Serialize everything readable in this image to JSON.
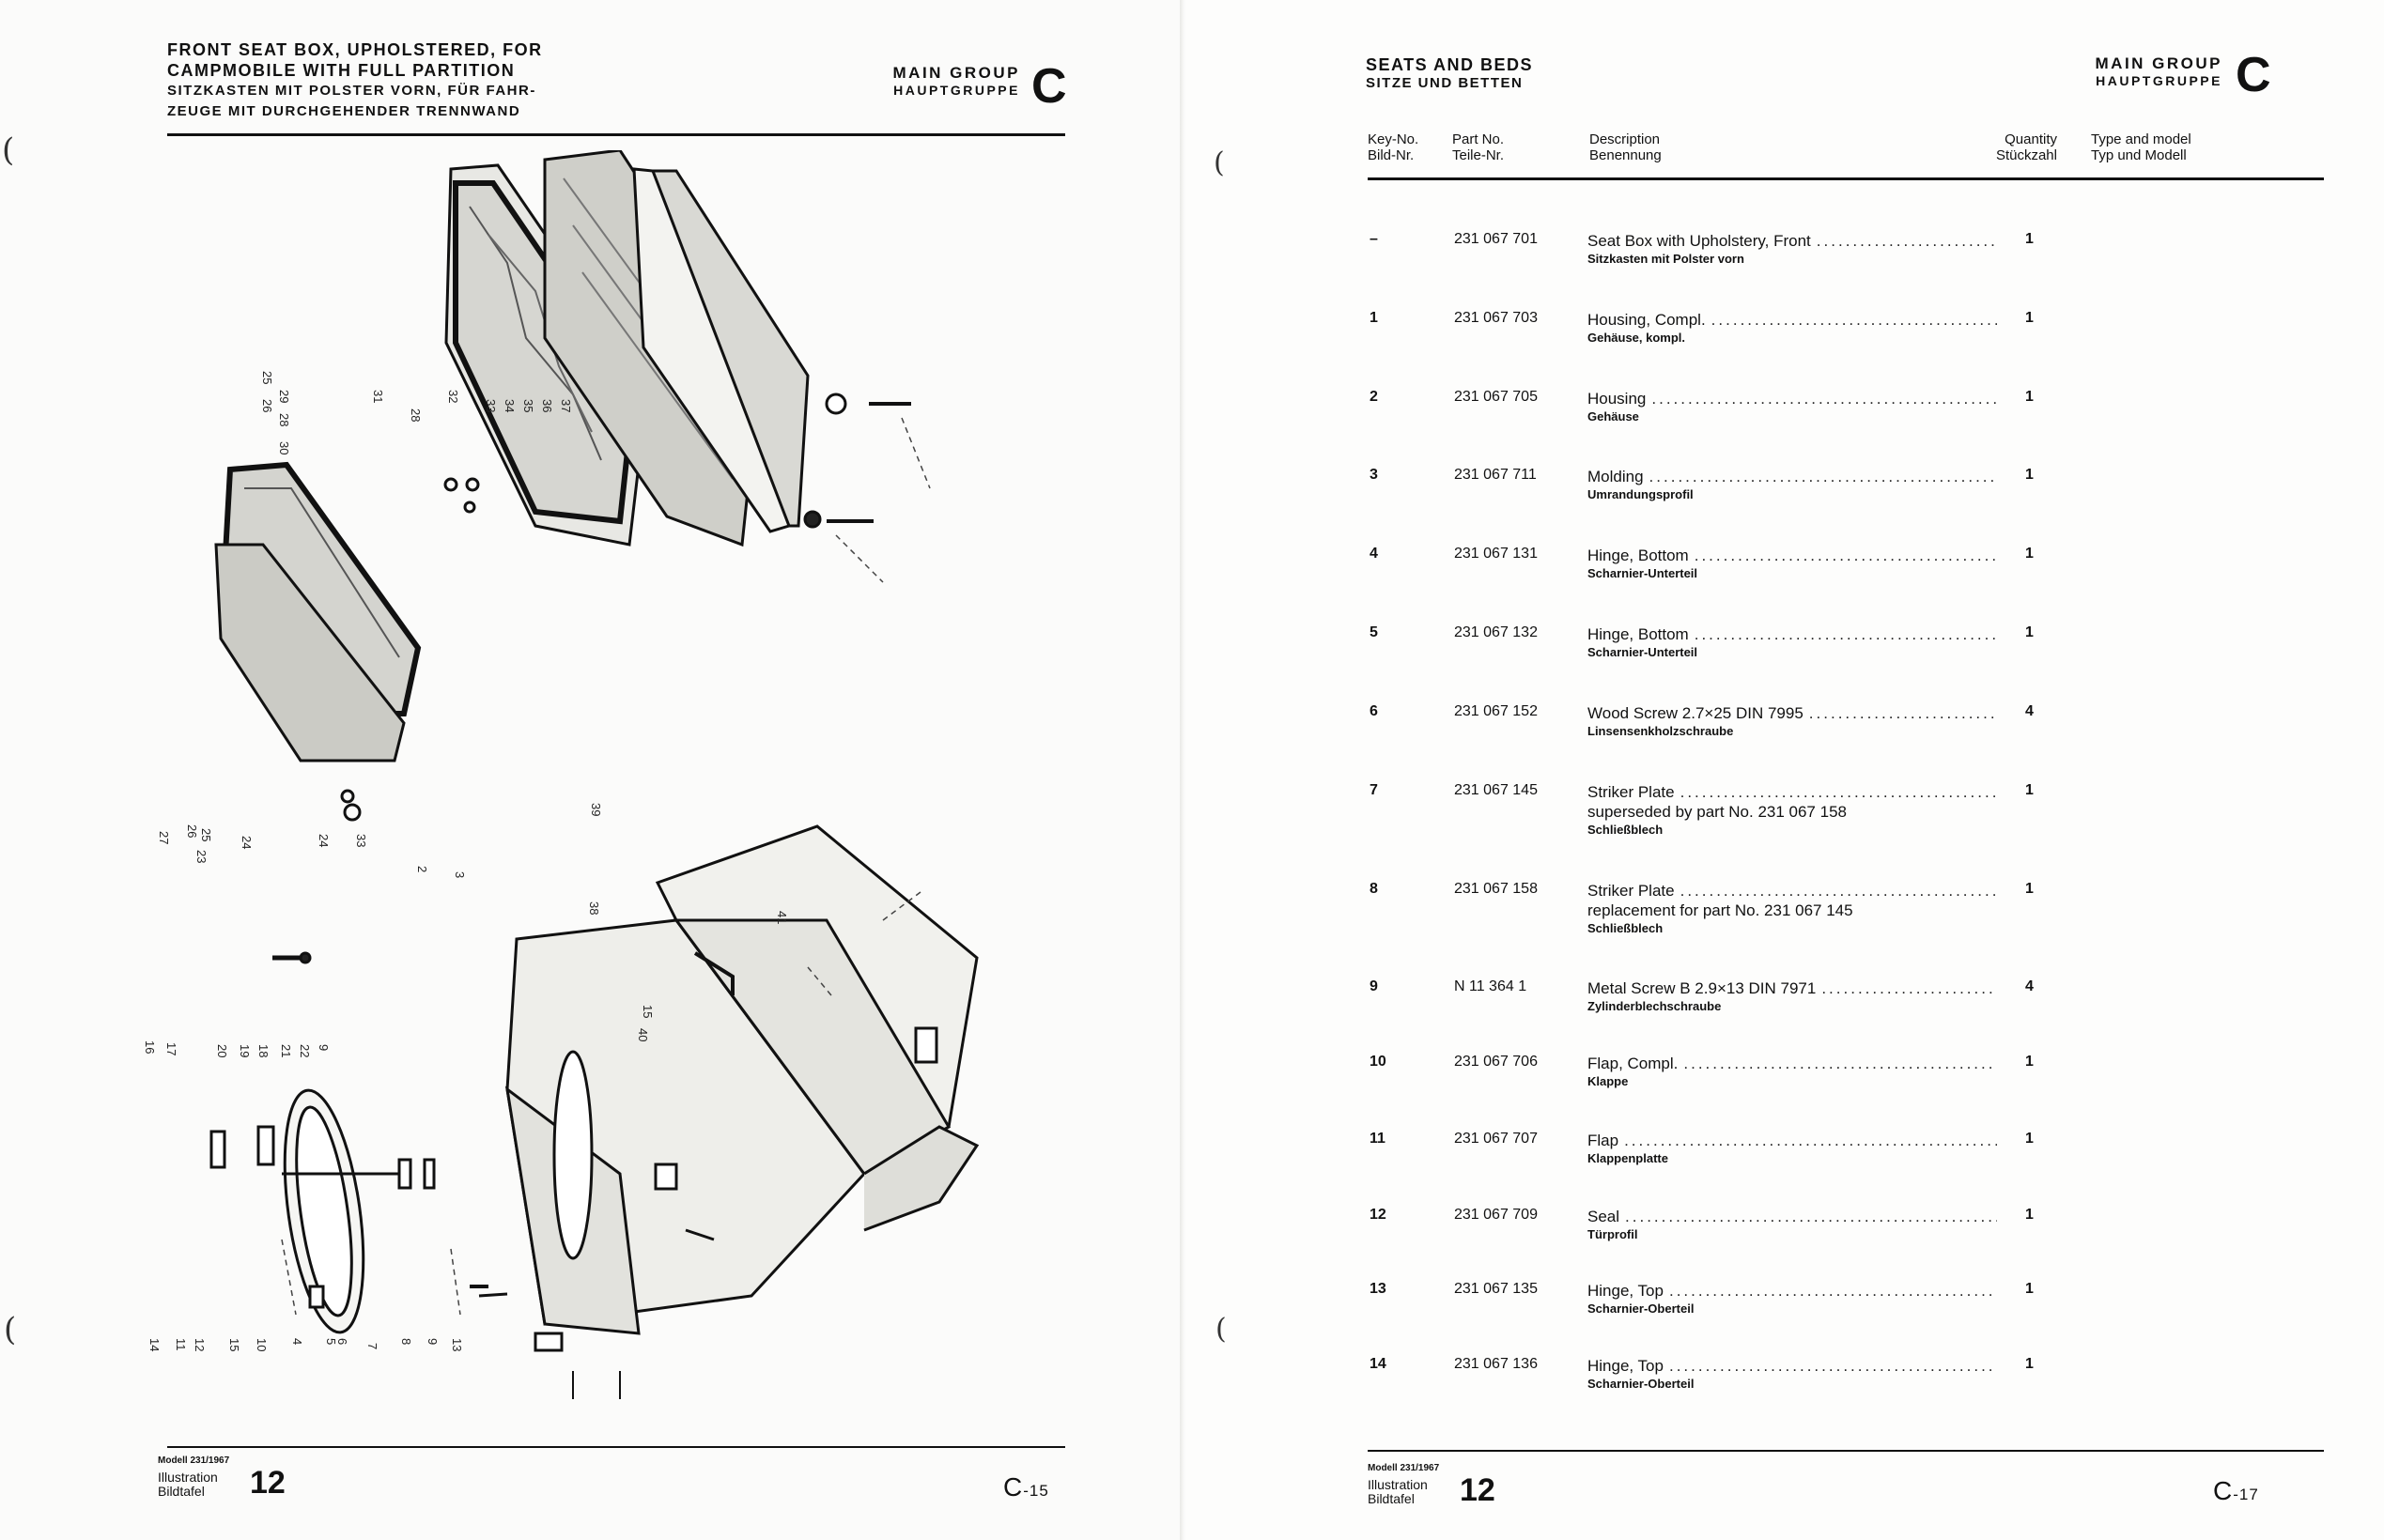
{
  "left_page": {
    "title_lines": [
      "FRONT SEAT BOX, UPHOLSTERED, FOR",
      "CAMPMOBILE WITH FULL PARTITION",
      "SITZKASTEN MIT POLSTER VORN, FÜR FAHR-",
      "ZEUGE MIT DURCHGEHENDER TRENNWAND"
    ],
    "group_en": "MAIN GROUP",
    "group_de": "HAUPTGRUPPE",
    "group_letter": "C",
    "footer": {
      "model": "Modell 231/1967",
      "illustration_en": "Illustration",
      "illustration_de": "Bildtafel",
      "illustration_no": "12",
      "page_letter": "C",
      "page_no": "-15"
    },
    "illustration_callouts": [
      "25",
      "26",
      "29",
      "28",
      "30",
      "31",
      "28",
      "32",
      "33",
      "34",
      "35",
      "36",
      "37",
      "27",
      "26",
      "25",
      "23",
      "24",
      "24",
      "33",
      "2",
      "3",
      "39",
      "38",
      "41",
      "15",
      "40",
      "16",
      "17",
      "20",
      "19",
      "18",
      "21",
      "22",
      "9",
      "4",
      "5",
      "6",
      "7",
      "8",
      "9",
      "13",
      "14",
      "11",
      "12",
      "15",
      "10"
    ]
  },
  "right_page": {
    "title_en": "SEATS AND BEDS",
    "title_de": "SITZE UND BETTEN",
    "group_en": "MAIN GROUP",
    "group_de": "HAUPTGRUPPE",
    "group_letter": "C",
    "columns": {
      "key_en": "Key-No.",
      "key_de": "Bild-Nr.",
      "part_en": "Part No.",
      "part_de": "Teile-Nr.",
      "desc_en": "Description",
      "desc_de": "Benennung",
      "qty_en": "Quantity",
      "qty_de": "Stückzahl",
      "type_en": "Type and model",
      "type_de": "Typ und Modell"
    },
    "rows": [
      {
        "key": "–",
        "part": "231 067 701",
        "desc": "Seat Box with Upholstery, Front",
        "extra": "",
        "de": "Sitzkasten mit Polster vorn",
        "qty": "1"
      },
      {
        "key": "1",
        "part": "231 067 703",
        "desc": "Housing, Compl.",
        "extra": "",
        "de": "Gehäuse, kompl.",
        "qty": "1"
      },
      {
        "key": "2",
        "part": "231 067 705",
        "desc": "Housing",
        "extra": "",
        "de": "Gehäuse",
        "qty": "1"
      },
      {
        "key": "3",
        "part": "231 067 711",
        "desc": "Molding",
        "extra": "",
        "de": "Umrandungsprofil",
        "qty": "1"
      },
      {
        "key": "4",
        "part": "231 067 131",
        "desc": "Hinge, Bottom",
        "extra": "",
        "de": "Scharnier-Unterteil",
        "qty": "1"
      },
      {
        "key": "5",
        "part": "231 067 132",
        "desc": "Hinge, Bottom",
        "extra": "",
        "de": "Scharnier-Unterteil",
        "qty": "1"
      },
      {
        "key": "6",
        "part": "231 067 152",
        "desc": "Wood Screw 2.7×25 DIN 7995",
        "extra": "",
        "de": "Linsensenkholzschraube",
        "qty": "4"
      },
      {
        "key": "7",
        "part": "231 067 145",
        "desc": "Striker Plate",
        "extra": "superseded by part No. 231 067 158",
        "de": "Schließblech",
        "qty": "1"
      },
      {
        "key": "8",
        "part": "231 067 158",
        "desc": "Striker Plate",
        "extra": "replacement for part No. 231 067 145",
        "de": "Schließblech",
        "qty": "1"
      },
      {
        "key": "9",
        "part": "N 11 364 1",
        "desc": "Metal Screw B 2.9×13 DIN 7971",
        "extra": "",
        "de": "Zylinderblechschraube",
        "qty": "4"
      },
      {
        "key": "10",
        "part": "231 067 706",
        "desc": "Flap, Compl.",
        "extra": "",
        "de": "Klappe",
        "qty": "1"
      },
      {
        "key": "11",
        "part": "231 067 707",
        "desc": "Flap",
        "extra": "",
        "de": "Klappenplatte",
        "qty": "1"
      },
      {
        "key": "12",
        "part": "231 067 709",
        "desc": "Seal",
        "extra": "",
        "de": "Türprofil",
        "qty": "1"
      },
      {
        "key": "13",
        "part": "231 067 135",
        "desc": "Hinge, Top",
        "extra": "",
        "de": "Scharnier-Oberteil",
        "qty": "1"
      },
      {
        "key": "14",
        "part": "231 067 136",
        "desc": "Hinge, Top",
        "extra": "",
        "de": "Scharnier-Oberteil",
        "qty": "1"
      }
    ],
    "footer": {
      "model": "Modell 231/1967",
      "illustration_en": "Illustration",
      "illustration_de": "Bildtafel",
      "illustration_no": "12",
      "page_letter": "C",
      "page_no": "-17"
    }
  }
}
